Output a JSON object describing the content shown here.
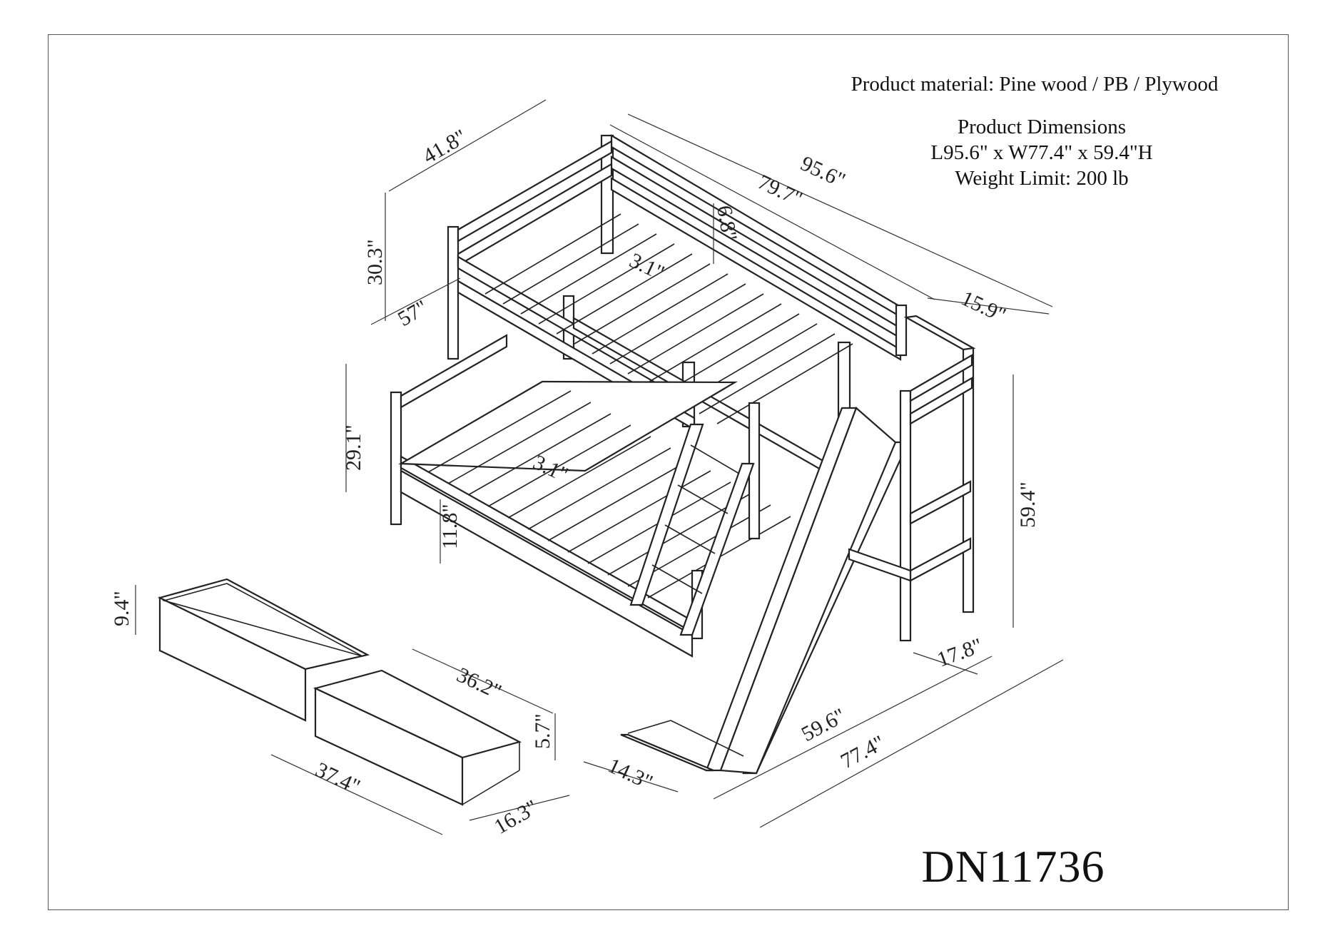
{
  "material_text": "Product material: Pine wood / PB / Plywood",
  "dimensions_title": "Product Dimensions",
  "dimensions_value": "L95.6\" x W77.4\" x 59.4\"H",
  "weight_limit": "Weight Limit: 200 lb",
  "model_number": "DN11736",
  "labels": {
    "d41_8": "41.8\"",
    "d95_6": "95.6\"",
    "d79_7": "79.7\"",
    "d6_8": "6.8\"",
    "d30_3": "30.3\"",
    "d3_1_top": "3.1\"",
    "d57": "57\"",
    "d15_9": "15.9\"",
    "d29_1": "29.1\"",
    "d3_1_bottom": "3.1\"",
    "d11_8": "11.8\"",
    "d59_4": "59.4\"",
    "d17_8": "17.8\"",
    "d9_4": "9.4\"",
    "d36_2": "36.2\"",
    "d5_7": "5.7\"",
    "d37_4": "37.4\"",
    "d16_3": "16.3\"",
    "d14_3": "14.3\"",
    "d59_6": "59.6\"",
    "d77_4": "77.4\""
  }
}
